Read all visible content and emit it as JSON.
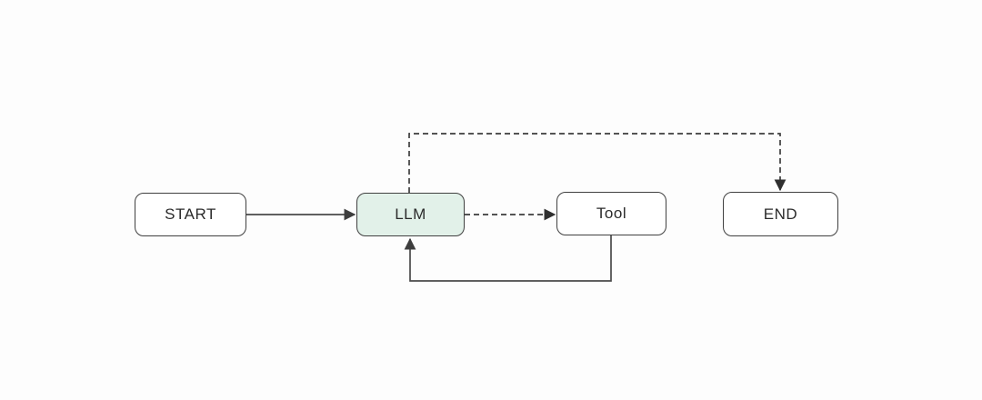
{
  "diagram": {
    "type": "flowchart",
    "nodes": [
      {
        "id": "start",
        "label": "START",
        "shape": "rounded-rect",
        "fill": "#ffffff"
      },
      {
        "id": "llm",
        "label": "LLM",
        "shape": "rounded-rect",
        "fill": "#e2f1e9"
      },
      {
        "id": "tool",
        "label": "Tool",
        "shape": "rounded-rect",
        "fill": "#ffffff"
      },
      {
        "id": "end",
        "label": "END",
        "shape": "rounded-rect",
        "fill": "#ffffff"
      }
    ],
    "edges": [
      {
        "from": "start",
        "to": "llm",
        "style": "solid",
        "route": "straight-horizontal",
        "arrowhead": "filled-triangle"
      },
      {
        "from": "llm",
        "to": "tool",
        "style": "dashed",
        "route": "straight-horizontal",
        "arrowhead": "filled-triangle"
      },
      {
        "from": "tool",
        "to": "llm",
        "style": "solid",
        "route": "down-left-up-loop-below",
        "arrowhead": "filled-triangle"
      },
      {
        "from": "llm",
        "to": "end",
        "style": "dashed",
        "route": "up-right-down-over-top",
        "arrowhead": "filled-triangle"
      }
    ],
    "colors": {
      "background": "#fdfdfd",
      "node_fill": "#ffffff",
      "llm_highlight_fill": "#e2f1e9",
      "node_border": "#414141",
      "solid_line": "#4a4a4a",
      "dashed_line": "#3d3d3d",
      "text": "#2b2b2b"
    }
  }
}
